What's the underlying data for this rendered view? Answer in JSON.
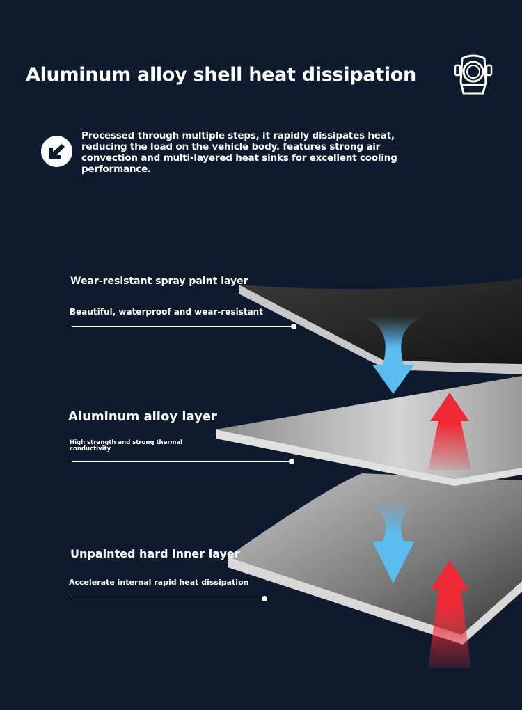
{
  "header": {
    "title": "Aluminum alloy shell heat dissipation",
    "description": "Processed through multiple steps, it rapidly dissipates heat, reducing the load on the vehicle body. features strong air convection and multi-layered heat sinks for excellent cooling performance."
  },
  "layers": [
    {
      "name": "Wear-resistant spray paint layer",
      "detail": "Beautiful, waterproof and wear-resistant"
    },
    {
      "name": "Aluminum alloy layer",
      "detail": "High strength and strong thermal conductivity"
    },
    {
      "name": "Unpainted hard inner layer",
      "detail": "Accelerate internal rapid heat dissipation"
    }
  ],
  "colors": {
    "background": "#0e1a2d",
    "cool_arrow": "#5bbcf0",
    "heat_arrow": "#ee2a35"
  },
  "icons": [
    "helmet-icon",
    "arrow-down-left-icon"
  ]
}
